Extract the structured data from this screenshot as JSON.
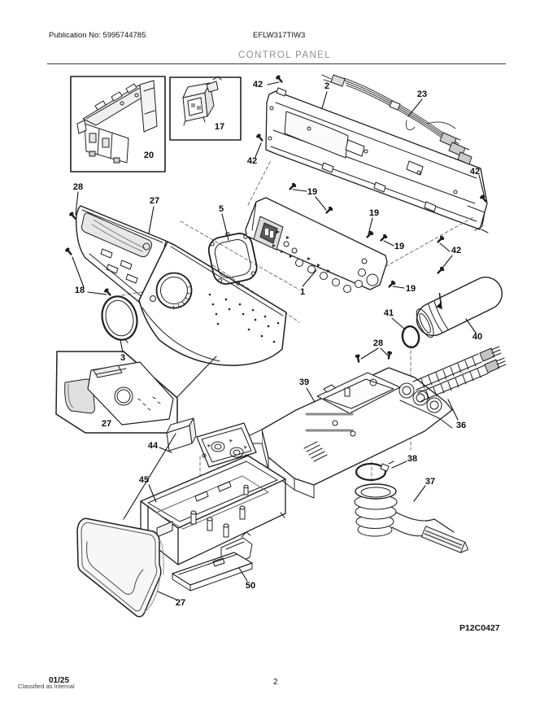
{
  "header": {
    "publication_label": "Publication No: 5995744785",
    "model_number": "EFLW317TIW3",
    "section_title": "CONTROL PANEL"
  },
  "diagram": {
    "code": "P12C0427",
    "callouts": [
      {
        "id": "part-20",
        "label": "20"
      },
      {
        "id": "part-17",
        "label": "17"
      },
      {
        "id": "screw-42-top",
        "label": "42"
      },
      {
        "id": "part-2",
        "label": "2"
      },
      {
        "id": "part-23",
        "label": "23"
      },
      {
        "id": "screw-42-left",
        "label": "42"
      },
      {
        "id": "screw-42-right",
        "label": "42"
      },
      {
        "id": "screw-28-left",
        "label": "28"
      },
      {
        "id": "part-27-panel",
        "label": "27"
      },
      {
        "id": "part-5",
        "label": "5"
      },
      {
        "id": "screw-19-a",
        "label": "19"
      },
      {
        "id": "screw-19-b",
        "label": "19"
      },
      {
        "id": "screw-19-c",
        "label": "19"
      },
      {
        "id": "screw-42-mid",
        "label": "42"
      },
      {
        "id": "screw-19-d",
        "label": "19"
      },
      {
        "id": "part-1",
        "label": "1"
      },
      {
        "id": "screw-18",
        "label": "18"
      },
      {
        "id": "part-41",
        "label": "41"
      },
      {
        "id": "part-40",
        "label": "40"
      },
      {
        "id": "part-3",
        "label": "3"
      },
      {
        "id": "screw-28-mid",
        "label": "28"
      },
      {
        "id": "part-39",
        "label": "39"
      },
      {
        "id": "part-36",
        "label": "36"
      },
      {
        "id": "part-27-inset",
        "label": "27"
      },
      {
        "id": "part-38",
        "label": "38"
      },
      {
        "id": "part-44",
        "label": "44"
      },
      {
        "id": "part-37",
        "label": "37"
      },
      {
        "id": "part-45",
        "label": "45"
      },
      {
        "id": "part-50",
        "label": "50"
      },
      {
        "id": "part-27-drawer",
        "label": "27"
      }
    ]
  },
  "footer": {
    "date": "01/25",
    "classification": "Classified as Internal",
    "page_number": "2"
  },
  "colors": {
    "line": "#1a1a1a",
    "shade": "#e6e6e6",
    "title_gray": "#8f8f8f"
  }
}
